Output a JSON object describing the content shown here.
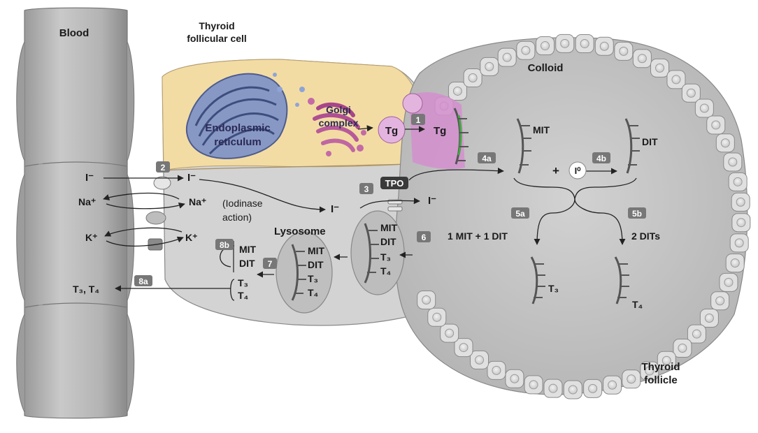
{
  "labels": {
    "blood": "Blood",
    "cell_title_1": "Thyroid",
    "cell_title_2": "follicular cell",
    "colloid": "Colloid",
    "er_1": "Endoplasmic",
    "er_2": "reticulum",
    "golgi_1": "Golgi",
    "golgi_2": "complex",
    "tg_golgi": "Tg",
    "tg_1": "Tg",
    "iodide_blood": "I⁻",
    "iodide_cell": "I⁻",
    "na_blood": "Na⁺",
    "na_cell": "Na⁺",
    "k_blood": "K⁺",
    "k_cell": "K⁺",
    "iodinase_1": "(Iodinase",
    "iodinase_2": "action)",
    "iodide_mid": "I⁻",
    "iodide_colloid": "I⁻",
    "tpo": "TPO",
    "lysosome": "Lysosome",
    "mit_4a": "MIT",
    "dit_4b": "DIT",
    "plus": "+",
    "iodine": "I⁰",
    "step5a": "1 MIT + 1 DIT",
    "step5b": "2 DITs",
    "t3": "T₃",
    "t4": "T₄",
    "endo_mit": "MIT",
    "endo_dit": "DIT",
    "endo_t3": "T₃",
    "endo_t4": "T₄",
    "lys_mit": "MIT",
    "lys_dit": "DIT",
    "lys_t3": "T₃",
    "lys_t4": "T₄",
    "free_mit": "MIT",
    "free_dit": "DIT",
    "free_t3": "T₃",
    "free_t4": "T₄",
    "released": "T₃, T₄",
    "follicle_1": "Thyroid",
    "follicle_2": "follicle"
  },
  "badges": {
    "b1": "1",
    "b2": "2",
    "b3": "3",
    "b4a": "4a",
    "b4b": "4b",
    "b5a": "5a",
    "b5b": "5b",
    "b6": "6",
    "b7": "7",
    "b8a": "8a",
    "b8b": "8b"
  },
  "colors": {
    "badge": "#777777",
    "cytoplasm": "#f3dca4",
    "cell_body": "#d6d6d6",
    "colloid": "#c4c4c4",
    "er": "#5a6a9a",
    "golgi": "#b0508e",
    "colloid_apex": "#d47fcc",
    "thyroglobulin_backbone": "#5a5a5a",
    "iodinated_segment": "#3faa3f"
  }
}
